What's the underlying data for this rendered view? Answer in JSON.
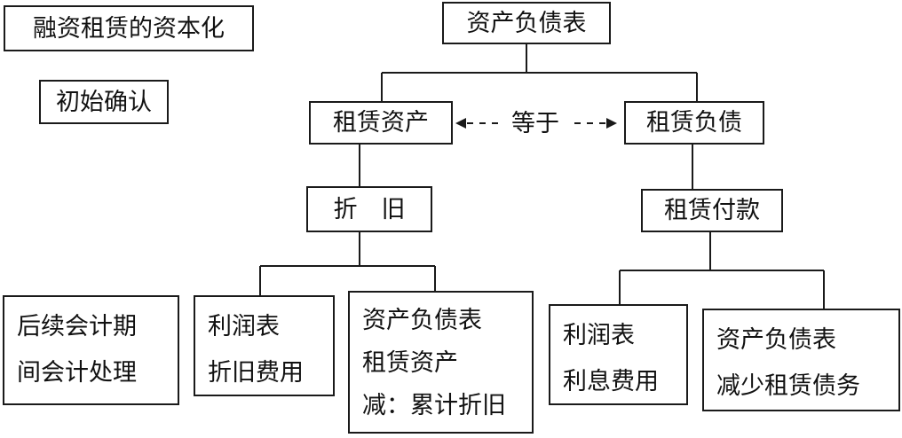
{
  "colors": {
    "line": "#1a1a1a",
    "background": "#ffffff",
    "text": "#111111"
  },
  "labels": {
    "title": "融资租赁的资本化",
    "initial_recognition": "初始确认",
    "balance_sheet": "资产负债表",
    "lease_asset": "租赁资产",
    "lease_liability": "租赁负债",
    "equals": "等于",
    "depreciation": "折　旧",
    "lease_payment": "租赁付款",
    "subsequent_period": [
      "后续会计期",
      "间会计处理"
    ],
    "income_statement_depr": [
      "利润表",
      "折旧费用"
    ],
    "balance_sheet_asset": [
      "资产负债表",
      "租赁资产",
      "减：累计折旧"
    ],
    "income_statement_interest": [
      "利润表",
      "利息费用"
    ],
    "balance_sheet_liability": [
      "资产负债表",
      "减少租赁债务"
    ]
  }
}
